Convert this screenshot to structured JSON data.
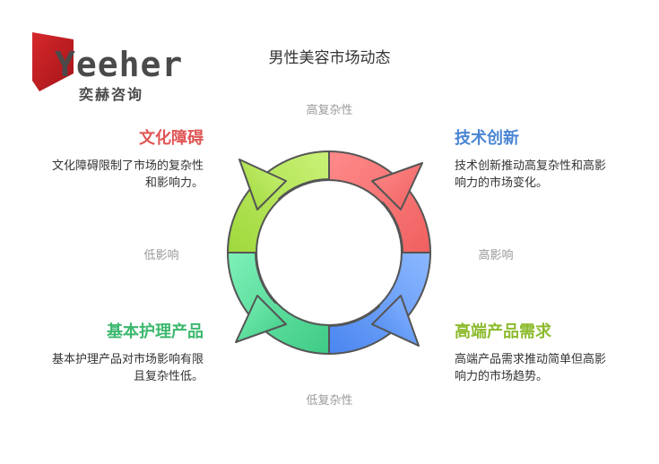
{
  "logo": {
    "word": "Yeeher",
    "subtitle": "奕赫咨询"
  },
  "title": "男性美容市场动态",
  "axes": {
    "top": "高复杂性",
    "bottom": "低复杂性",
    "left": "低影响",
    "right": "高影响"
  },
  "quadrants": {
    "top_left": {
      "title": "文化障碍",
      "desc_line1": "文化障碍限制了市场的复杂性",
      "desc_line2": "和影响力。",
      "color": "#e05555"
    },
    "top_right": {
      "title": "技术创新",
      "desc_line1": "技术创新推动高复杂性和高影",
      "desc_line2": "响力的市场变化。",
      "color": "#4a86d4"
    },
    "bottom_left": {
      "title": "基本护理产品",
      "desc_line1": "基本护理产品对市场影响有限",
      "desc_line2": "且复杂性低。",
      "color": "#3cb86e"
    },
    "bottom_right": {
      "title": "高端产品需求",
      "desc_line1": "高端产品需求推动简单但高影",
      "desc_line2": "响力的市场趋势。",
      "color": "#8dbb2e"
    }
  }
}
